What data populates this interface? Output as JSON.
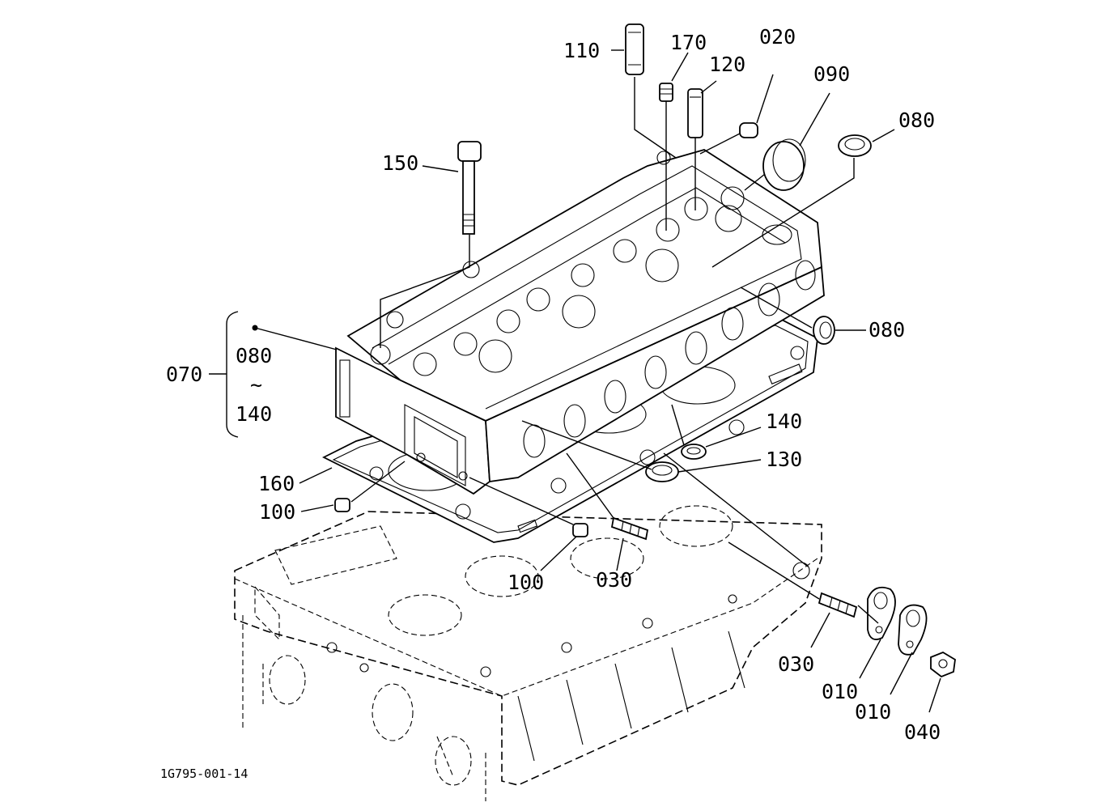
{
  "parts": [
    {
      "key": "p110",
      "label": "110"
    },
    {
      "key": "p170",
      "label": "170"
    },
    {
      "key": "p120",
      "label": "120"
    },
    {
      "key": "p020",
      "label": "020"
    },
    {
      "key": "p090",
      "label": "090"
    },
    {
      "key": "p080a",
      "label": "080"
    },
    {
      "key": "p150",
      "label": "150"
    },
    {
      "key": "p080b",
      "label": "080"
    },
    {
      "key": "p140",
      "label": "140"
    },
    {
      "key": "p130",
      "label": "130"
    },
    {
      "key": "p160",
      "label": "160"
    },
    {
      "key": "p100a",
      "label": "100"
    },
    {
      "key": "p100b",
      "label": "100"
    },
    {
      "key": "p030a",
      "label": "030"
    },
    {
      "key": "p030b",
      "label": "030"
    },
    {
      "key": "p010a",
      "label": "010"
    },
    {
      "key": "p010b",
      "label": "010"
    },
    {
      "key": "p040",
      "label": "040"
    }
  ],
  "group": {
    "label": "070",
    "range_from": "080",
    "range_sep": "~",
    "range_to": "140"
  },
  "drawing_ref": "1G795-001-14"
}
